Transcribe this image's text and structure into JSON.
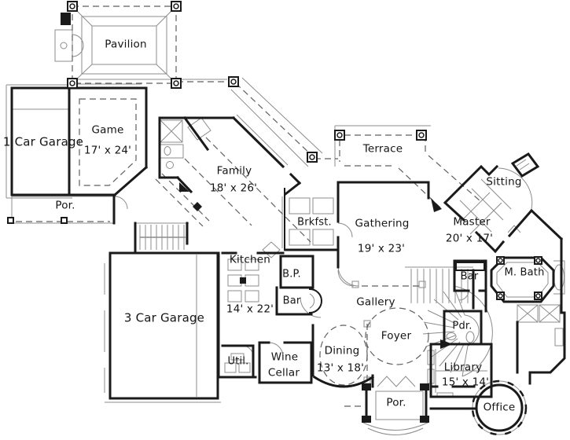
{
  "plan": {
    "type": "house-first-floor-plan",
    "rooms": {
      "pavilion": {
        "label": "Pavilion"
      },
      "one_car_garage": {
        "label": "1 Car Garage"
      },
      "game": {
        "label": "Game",
        "dims": "17' x 24'"
      },
      "por_left": {
        "label": "Por."
      },
      "family": {
        "label": "Family",
        "dims": "18' x 26'"
      },
      "terrace": {
        "label": "Terrace"
      },
      "brkfst": {
        "label": "Brkfst."
      },
      "gathering": {
        "label": "Gathering",
        "dims": "19' x 23'"
      },
      "sitting": {
        "label": "Sitting"
      },
      "master": {
        "label": "Master",
        "dims": "20' x 17'"
      },
      "m_bath": {
        "label": "M. Bath"
      },
      "bar_master": {
        "label": "Bar"
      },
      "three_car_garage": {
        "label": "3 Car Garage"
      },
      "kitchen": {
        "label": "Kitchen",
        "dims": "14' x 22'"
      },
      "butlers_pantry": {
        "label": "B.P."
      },
      "bar_gallery": {
        "label": "Bar"
      },
      "gallery": {
        "label": "Gallery"
      },
      "dining": {
        "label": "Dining",
        "dims": "13' x 18'"
      },
      "foyer": {
        "label": "Foyer"
      },
      "powder": {
        "label": "Pdr."
      },
      "library": {
        "label": "Library",
        "dims": "15' x 14'"
      },
      "wine_cellar": {
        "label": "Wine Cellar",
        "line1": "Wine",
        "line2": "Cellar"
      },
      "utility": {
        "label": "Util."
      },
      "por_front": {
        "label": "Por."
      },
      "office": {
        "label": "Office"
      }
    },
    "colors": {
      "wall": "#1a1a1a",
      "line": "#8c8c8c",
      "dash": "#5f5f5f",
      "text": "#141414",
      "bg": "#ffffff"
    }
  }
}
